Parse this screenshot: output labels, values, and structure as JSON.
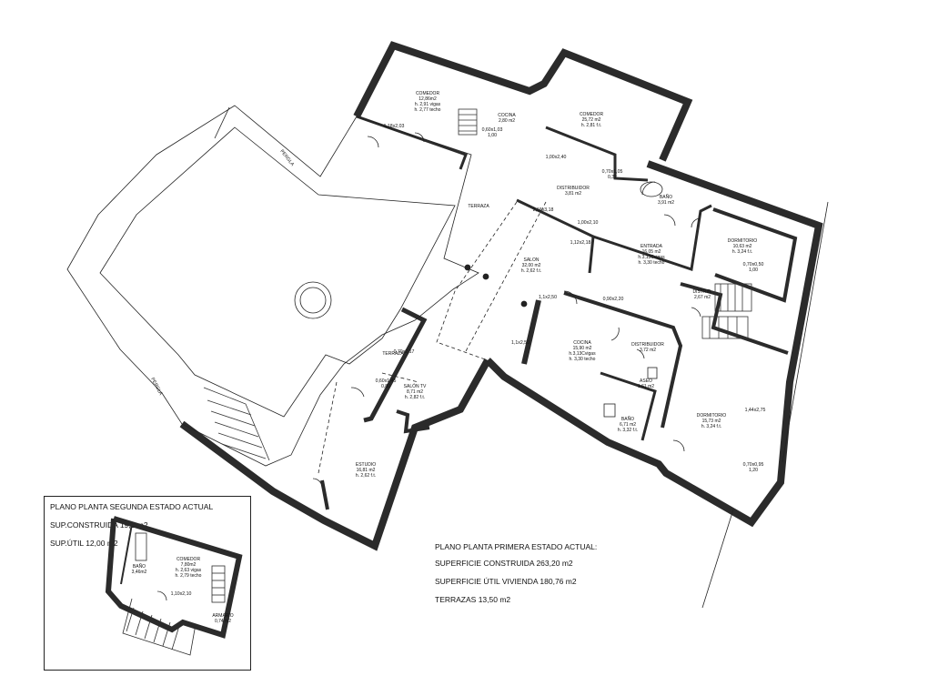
{
  "plan": {
    "rooms": [
      {
        "id": "comedor-top-left",
        "name": "COMEDOR",
        "l1": "12,86m2",
        "l2": "h. 2,91 vigas",
        "l3": "h. 2,77 techo"
      },
      {
        "id": "cocina-top",
        "name": "COCINA",
        "l1": "2,80 m2",
        "l2": "",
        "l3": ""
      },
      {
        "id": "comedor-top-right",
        "name": "COMEDOR",
        "l1": "25,72 m2",
        "l2": "h. 2,81 f.t.",
        "l3": ""
      },
      {
        "id": "terraza-top",
        "name": "TERRAZA",
        "l1": "",
        "l2": "",
        "l3": ""
      },
      {
        "id": "distribuidor-top",
        "name": "DISTRIBUIDOR",
        "l1": "3,81 m2",
        "l2": "",
        "l3": ""
      },
      {
        "id": "bano-top",
        "name": "BAÑO",
        "l1": "3,91 m2",
        "l2": "",
        "l3": ""
      },
      {
        "id": "salon",
        "name": "SALON",
        "l1": "32,00 m2",
        "l2": "h. 2,62 f.t.",
        "l3": ""
      },
      {
        "id": "entrada",
        "name": "ENTRADA",
        "l1": "16,05 m2",
        "l2": "h.3,13Cvigas",
        "l3": "h. 3,30 techo"
      },
      {
        "id": "dormitorio-top",
        "name": "DORMITORIO",
        "l1": "10,63 m2",
        "l2": "h. 3,24 f.t.",
        "l3": ""
      },
      {
        "id": "distrib-right",
        "name": "DISTRIB.",
        "l1": "2,67 m2",
        "l2": "",
        "l3": ""
      },
      {
        "id": "cocina-center",
        "name": "COCINA",
        "l1": "15,90 m2",
        "l2": "h.3,13Cvigas",
        "l3": "h. 3,30 techo"
      },
      {
        "id": "distribuidor-center",
        "name": "DISTRIBUIDOR",
        "l1": "3,72 m2",
        "l2": "",
        "l3": ""
      },
      {
        "id": "aseo",
        "name": "ASEO",
        "l1": "1,61 m2",
        "l2": "",
        "l3": ""
      },
      {
        "id": "bano-center",
        "name": "BAÑO",
        "l1": "6,71 m2",
        "l2": "h. 3,32 f.t.",
        "l3": ""
      },
      {
        "id": "dormitorio-right",
        "name": "DORMITORIO",
        "l1": "15,73 m2",
        "l2": "h. 3,24 f.t.",
        "l3": ""
      },
      {
        "id": "terraza-left",
        "name": "TERRAZA",
        "l1": "",
        "l2": "",
        "l3": ""
      },
      {
        "id": "salon-tv",
        "name": "SALÓN TV",
        "l1": "8,71 m2",
        "l2": "h. 2,82 f.t.",
        "l3": ""
      },
      {
        "id": "estudio",
        "name": "ESTUDIO",
        "l1": "16,81 m2",
        "l2": "h. 2,62 f.t.",
        "l3": ""
      }
    ],
    "dimensions": [
      {
        "id": "d1",
        "text": "1,18x2,03"
      },
      {
        "id": "d2",
        "text": "0,60x1,03"
      },
      {
        "id": "d2b",
        "text": "1,00"
      },
      {
        "id": "d3",
        "text": "1,00x2,40"
      },
      {
        "id": "d4",
        "text": "0,70x1,05"
      },
      {
        "id": "d4b",
        "text": "0,32"
      },
      {
        "id": "d5",
        "text": "2,16x3,18"
      },
      {
        "id": "d6",
        "text": "1,00x2,10"
      },
      {
        "id": "d7",
        "text": "1,12x2,18"
      },
      {
        "id": "d8",
        "text": "1,1x2,50"
      },
      {
        "id": "d9",
        "text": "0,90x2,20"
      },
      {
        "id": "d10",
        "text": "0,70x0,50"
      },
      {
        "id": "d10b",
        "text": "1,00"
      },
      {
        "id": "d11",
        "text": "1,1x2,50"
      },
      {
        "id": "d12",
        "text": "0,70x2,17"
      },
      {
        "id": "d13",
        "text": "0,60x1,45"
      },
      {
        "id": "d13b",
        "text": "0,80"
      },
      {
        "id": "d14",
        "text": "1,44x2,75"
      },
      {
        "id": "d15",
        "text": "0,70x0,95"
      },
      {
        "id": "d15b",
        "text": "1,20"
      }
    ],
    "pergola_top": "PERGLA",
    "pergola_left": "PERGLA"
  },
  "summary": {
    "title": "PLANO PLANTA  PRIMERA ESTADO ACTUAL:",
    "built": "SUPERFICIE CONSTRUIDA 263,20 m2",
    "useful": "SUPERFICIE ÚTIL VIVIENDA 180,76 m2",
    "terraces": "TERRAZAS 13,50 m2"
  },
  "second_floor": {
    "title": "PLANO PLANTA  SEGUNDA ESTADO ACTUAL",
    "built": "SUP.CONSTRUIDA 19,2 m2",
    "useful": "SUP.ÚTIL 12,00 m2",
    "rooms": [
      {
        "id": "bano",
        "name": "BAÑO",
        "l1": "3,46m2",
        "l2": "",
        "l3": ""
      },
      {
        "id": "comedor",
        "name": "COMEDOR",
        "l1": "7,80m2",
        "l2": "h. 2,63 vigas",
        "l3": "h. 2,79 techo"
      },
      {
        "id": "armario",
        "name": "ARMARIO",
        "l1": "0,74 m2",
        "l2": "",
        "l3": ""
      }
    ],
    "dimension": "1,10x2,10"
  },
  "colors": {
    "wall": "#2b2b2b",
    "line": "#222222",
    "background": "#ffffff"
  }
}
